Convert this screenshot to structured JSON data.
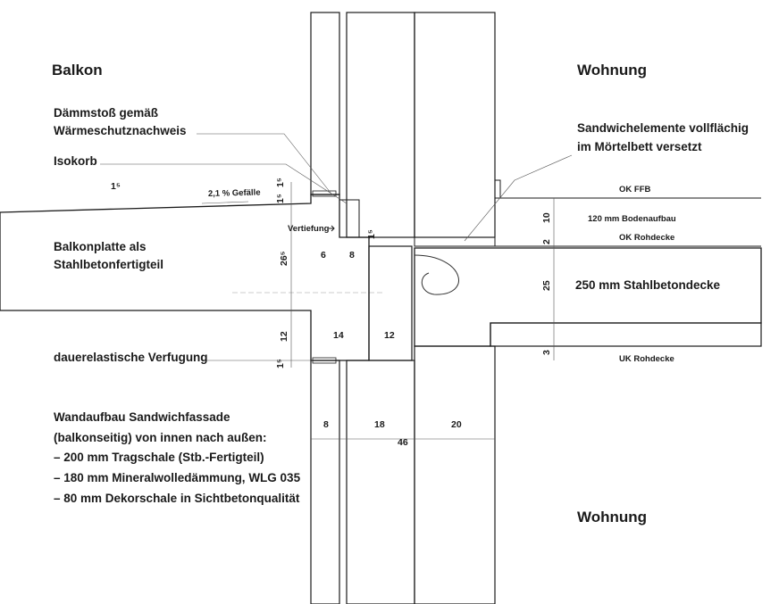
{
  "labels": {
    "balkon": "Balkon",
    "wohnung_top": "Wohnung",
    "wohnung_bottom": "Wohnung",
    "daemmstoss_line1": "Dämmstoß gemäß",
    "daemmstoss_line2": "Wärmeschutznachweis",
    "isokorb": "Isokorb",
    "balkonplatte_line1": "Balkonplatte als",
    "balkonplatte_line2": "Stahlbetonfertigteil",
    "verfugung": "dauerelastische Verfugung",
    "sandwich_line1": "Sandwichelemente vollflächig",
    "sandwich_line2": "im Mörtelbett versetzt",
    "wandaufbau": [
      "Wandaufbau Sandwichfassade",
      "(balkonseitig) von innen nach außen:",
      "– 200 mm Tragschale (Stb.-Fertigteil)",
      "– 180 mm Mineralwolledämmung, WLG 035",
      "– 80 mm Dekorschale in Sichtbetonqualität"
    ],
    "ok_ffb": "OK FFB",
    "bodenaufbau": "120 mm Bodenaufbau",
    "ok_rohdecke": "OK Rohdecke",
    "stahlbetondecke": "250 mm Stahlbetondecke",
    "uk_rohdecke": "UK Rohdecke",
    "gefaelle": "2,1 % Gefälle",
    "vertiefung": "Vertiefung"
  },
  "dimensions": {
    "d_15_a": "1⁵",
    "d_15_b": "1⁵",
    "d_15_c": "1⁵",
    "d_15_d": "1⁵",
    "d_15_e": "1⁵",
    "d_26": "26⁵",
    "d_6": "6",
    "d_8_top": "8",
    "d_12_left": "12",
    "d_14": "14",
    "d_12_mid": "12",
    "d_10": "10",
    "d_2": "2",
    "d_25": "25",
    "d_3": "3",
    "d_8_bottom": "8",
    "d_18": "18",
    "d_20": "20",
    "d_46": "46"
  }
}
